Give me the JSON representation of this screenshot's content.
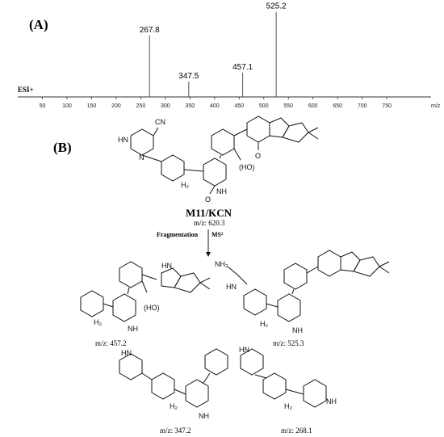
{
  "panel_a": {
    "label": "(A)",
    "ionization": "ESI+",
    "x_unit": "m/z"
  },
  "panel_b": {
    "label": "(B)",
    "parent": {
      "name": "M11/KCN",
      "mz": "m/z: 620.3",
      "cn": "CN"
    },
    "arrow_left": "Fragmentation",
    "arrow_right": "MS²",
    "fragments": [
      {
        "mz": "m/z: 457.2"
      },
      {
        "mz": "m/z: 525.3"
      },
      {
        "mz": "m/z: 347.2"
      },
      {
        "mz": "m/z: 268.1"
      }
    ],
    "atom_labels": {
      "nh": "NH",
      "hn": "HN",
      "n": "N",
      "o": "O",
      "oh": "(HO)",
      "nh2": "NH₂",
      "h2": "H₂"
    }
  },
  "chart_data": {
    "type": "bar",
    "title": "",
    "xlabel": "m/z",
    "ylabel": "",
    "xlim": [
      0,
      840
    ],
    "ylim": [
      0,
      100
    ],
    "x_ticks": [
      50,
      100,
      150,
      200,
      250,
      300,
      350,
      400,
      450,
      500,
      550,
      600,
      650,
      700,
      750
    ],
    "peaks": [
      {
        "mz": 267.8,
        "intensity": 68,
        "label": "267.8"
      },
      {
        "mz": 347.5,
        "intensity": 17,
        "label": "347.5"
      },
      {
        "mz": 457.1,
        "intensity": 27,
        "label": "457.1"
      },
      {
        "mz": 525.2,
        "intensity": 94,
        "label": "525.2"
      }
    ],
    "grid": false
  }
}
